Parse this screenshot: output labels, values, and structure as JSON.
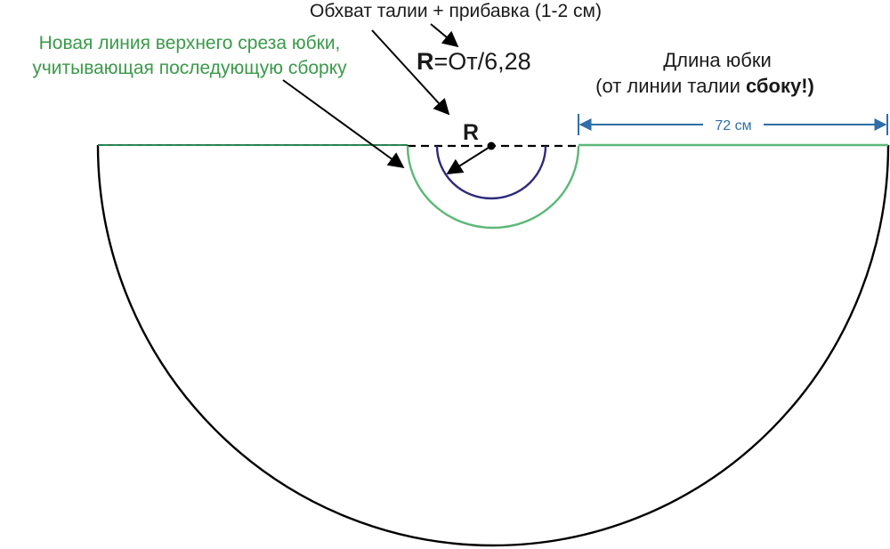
{
  "labels": {
    "waist_note": "Обхват талии + прибавка (1-2 см)",
    "formula_r": "R",
    "formula_rest": "=От/6,28",
    "new_line_line1": "Новая линия верхнего среза юбки,",
    "new_line_line2": "учитывающая последующую сборку",
    "length_title": "Длина юбки",
    "length_sub_prefix": "(от линии талии ",
    "length_sub_bold": "сбоку!)",
    "dimension_value": "72 см",
    "radius_marker": "R"
  },
  "colors": {
    "outline": "#000000",
    "green": "#5cb878",
    "green_text": "#3a9a4a",
    "dark_green_line": "#2e8b57",
    "navy": "#2e2a7a",
    "dimension_blue": "#2f6ea8"
  }
}
